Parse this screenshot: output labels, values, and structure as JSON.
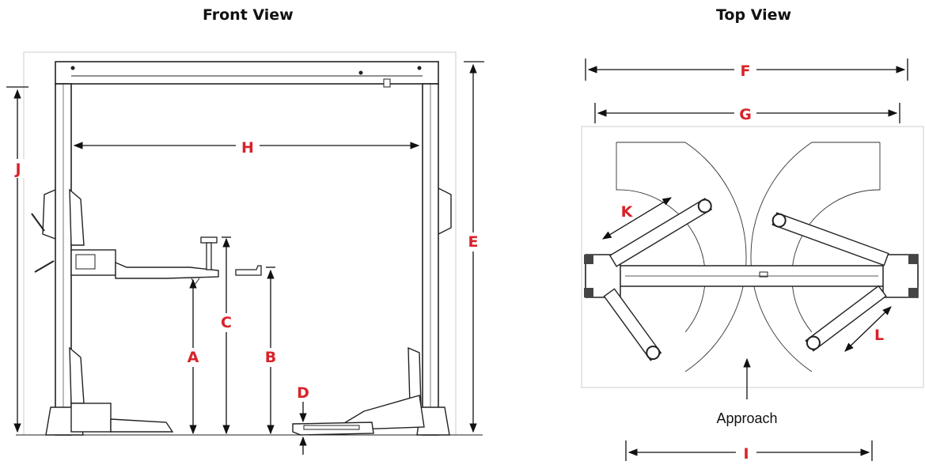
{
  "titles": {
    "front": "Front View",
    "top": "Top View"
  },
  "labels": {
    "A": "A",
    "B": "B",
    "C": "C",
    "D": "D",
    "E": "E",
    "F": "F",
    "G": "G",
    "H": "H",
    "I": "I",
    "J": "J",
    "K": "K",
    "L": "L"
  },
  "approach": "Approach",
  "colors": {
    "label": "#d8232a",
    "line": "#222222",
    "frame": "#cccccc"
  }
}
